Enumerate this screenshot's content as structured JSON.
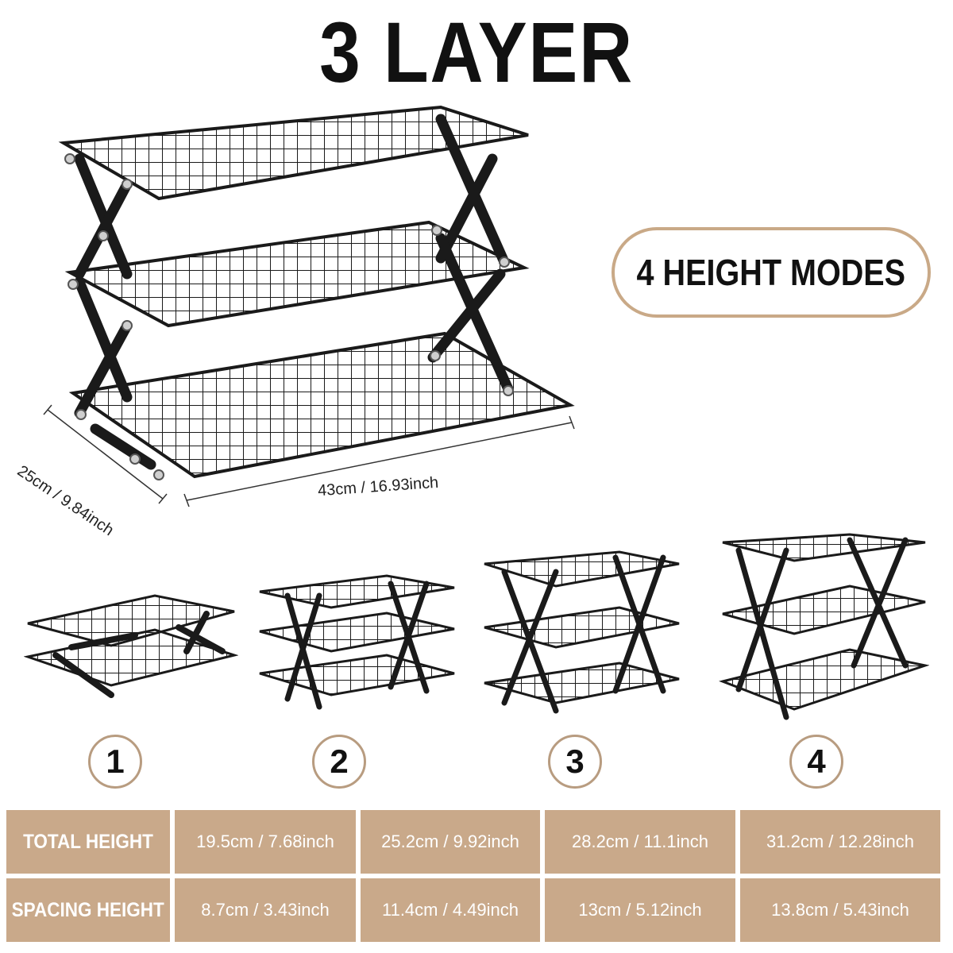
{
  "title": "3 LAYER",
  "badge": {
    "label": "4 HEIGHT MODES"
  },
  "dimensions": {
    "width": "43cm / 16.93inch",
    "depth": "25cm / 9.84inch"
  },
  "modes": [
    {
      "number": "1"
    },
    {
      "number": "2"
    },
    {
      "number": "3"
    },
    {
      "number": "4"
    }
  ],
  "specs": {
    "rows": [
      {
        "label": "TOTAL HEIGHT",
        "values": [
          "19.5cm / 7.68inch",
          "25.2cm / 9.92inch",
          "28.2cm / 11.1inch",
          "31.2cm / 12.28inch"
        ]
      },
      {
        "label": "SPACING HEIGHT",
        "values": [
          "8.7cm / 3.43inch",
          "11.4cm / 4.49inch",
          "13cm / 5.12inch",
          "13.8cm / 5.43inch"
        ]
      }
    ]
  },
  "colors": {
    "accent": "#c9a98a",
    "badge_border": "#c9a987",
    "rack": "#1a1a1a"
  }
}
